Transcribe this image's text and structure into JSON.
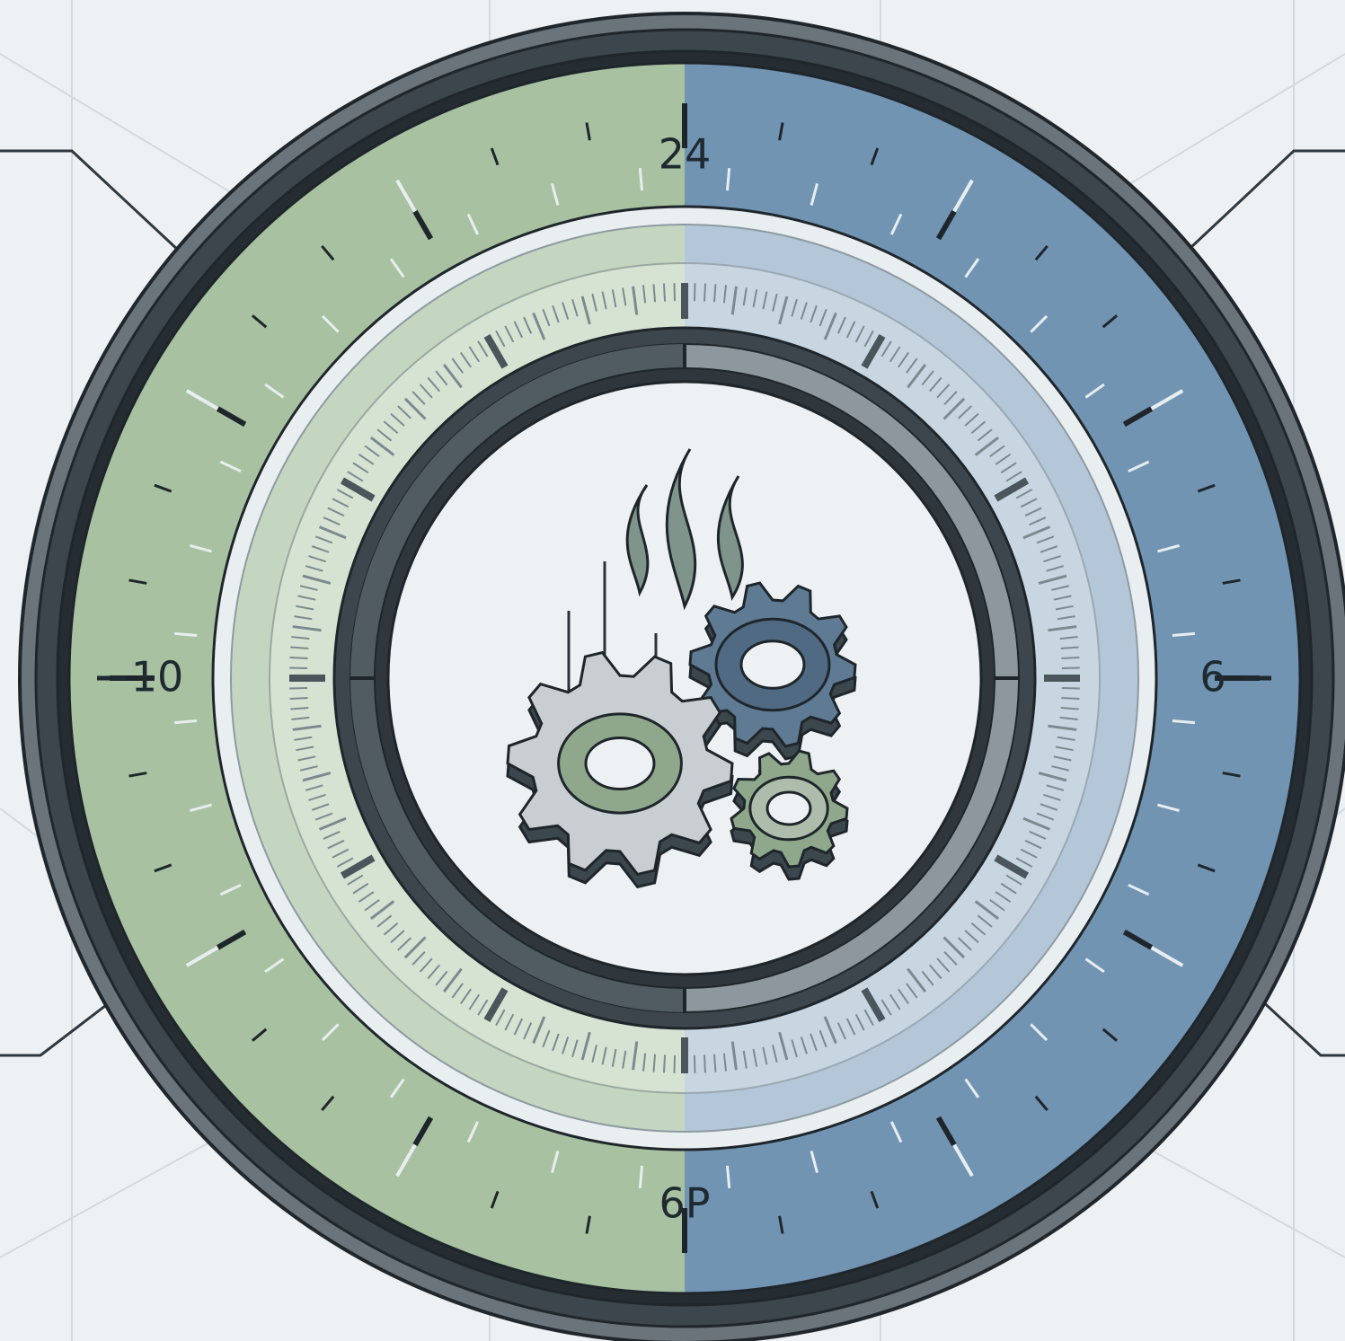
{
  "dial": {
    "labels": {
      "top": "24",
      "right": "6",
      "bottom": "6P",
      "left": "10"
    },
    "left_half_color": "#a8c1a1",
    "right_half_color": "#7294b3"
  },
  "center_icon": "gears-with-steam-icon",
  "colors": {
    "background": "#eef1f3",
    "bezel": "#3d464d",
    "gear_gray": "#c9ced2",
    "gear_blue": "#5f7a93",
    "gear_green": "#8fa88c",
    "steam": "#7f948a"
  }
}
